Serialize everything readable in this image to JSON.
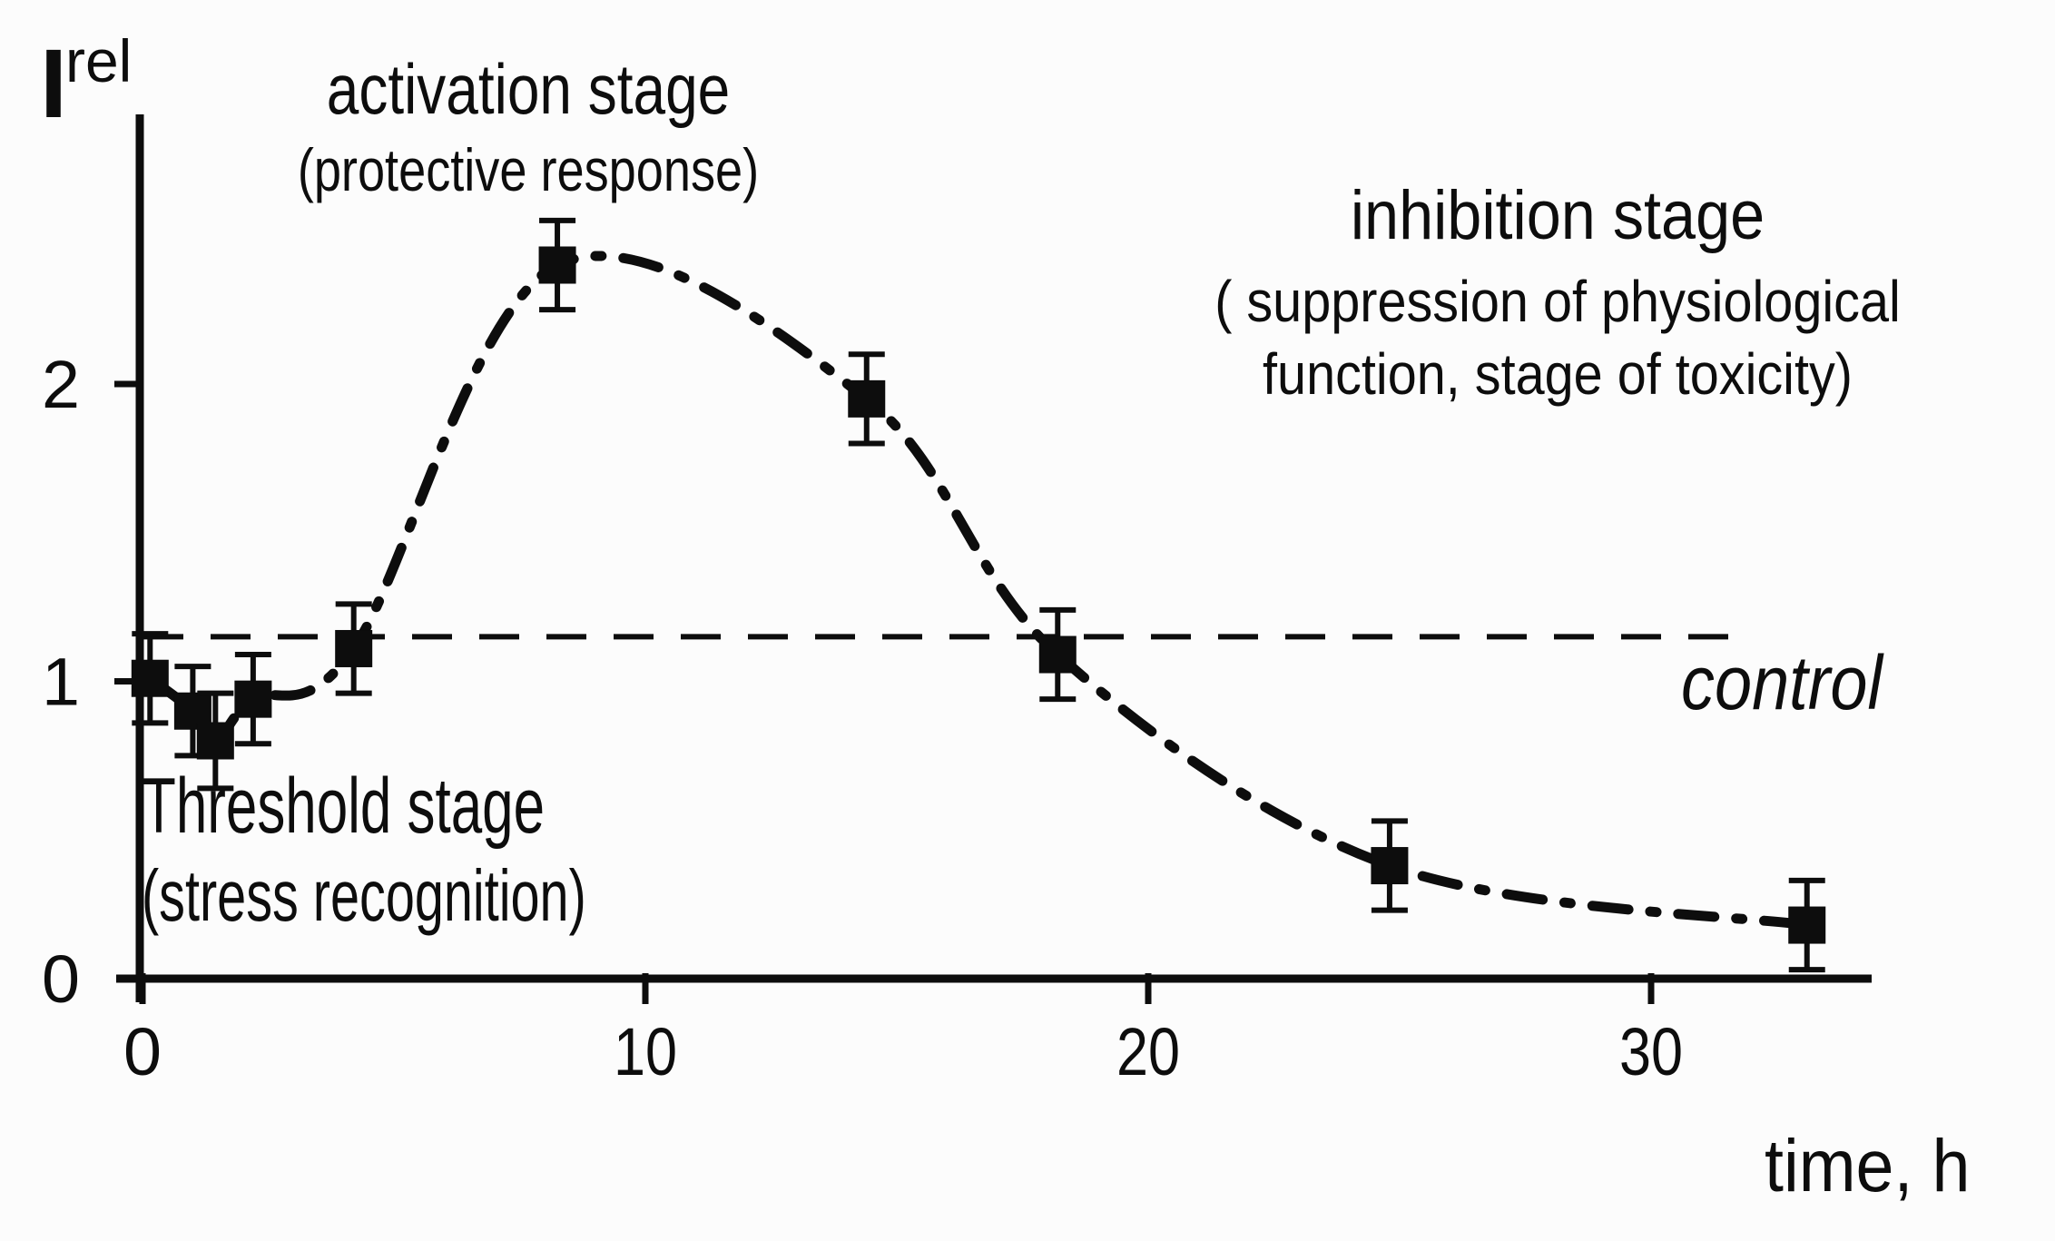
{
  "figure": {
    "background": "#fcfcfc",
    "ink": "#0d0d0d"
  },
  "labels": {
    "y_axis_symbol": "I",
    "y_axis_superscript": "rel",
    "x_axis_title": "time, h",
    "control": "control",
    "activation_title": "activation stage",
    "activation_subtitle": "(protective  response)",
    "inhibition_title": "inhibition stage",
    "inhibition_subtitle_line1": "( suppression of physiological",
    "inhibition_subtitle_line2": "function, stage of toxicity)",
    "threshold_title": "Threshold  stage",
    "threshold_subtitle": "(stress recognition)"
  },
  "chart_data": {
    "type": "line",
    "title": "",
    "xlabel": "time, h",
    "ylabel": "I^rel",
    "x": [
      0.15,
      1.0,
      1.45,
      2.2,
      4.2,
      8.25,
      14.4,
      18.2,
      24.8,
      33.1
    ],
    "y": [
      1.01,
      0.9,
      0.8,
      0.94,
      1.11,
      2.4,
      1.95,
      1.09,
      0.38,
      0.18
    ],
    "y_error": [
      0.15,
      0.15,
      0.16,
      0.15,
      0.15,
      0.15,
      0.15,
      0.15,
      0.15,
      0.15
    ],
    "control_level": 1.15,
    "xticks": [
      0,
      10,
      20,
      30
    ],
    "yticks": [
      0,
      1,
      2
    ],
    "xlim": [
      0,
      34.5
    ],
    "ylim": [
      0,
      2.9
    ],
    "grid": false,
    "legend": "none",
    "line_style": "dash-dot",
    "marker": "square",
    "control_line_style": "dashed",
    "annotations": [
      {
        "text": "activation stage (protective response)",
        "x": 7.5,
        "y": 2.85
      },
      {
        "text": "inhibition stage ( suppression of physiological function, stage of toxicity)",
        "x": 28,
        "y": 2.5
      },
      {
        "text": "Threshold stage (stress recognition)",
        "x": 3.5,
        "y": 0.55
      },
      {
        "text": "control",
        "x": 32,
        "y": 1.0
      }
    ]
  }
}
